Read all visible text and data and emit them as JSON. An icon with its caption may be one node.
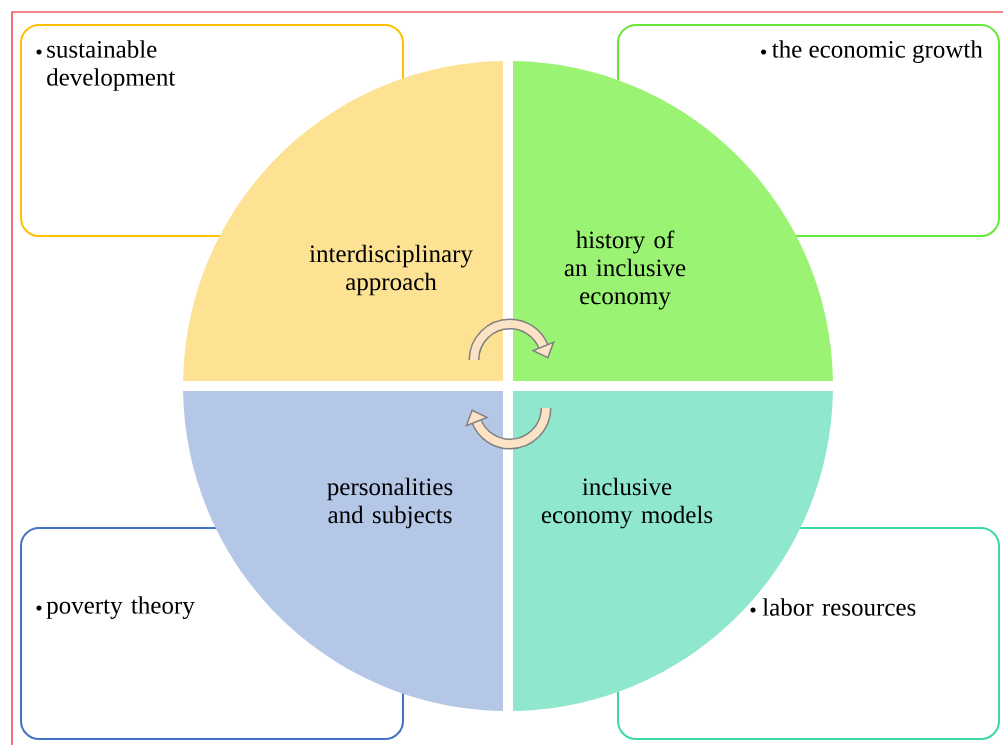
{
  "diagram": {
    "nodes": [
      {
        "text": [
          "sustainable development"
        ]
      },
      {
        "text": [
          "the economic growth"
        ]
      },
      {
        "text": [
          "interdisciplinary approach"
        ]
      },
      {
        "text": [
          "history of an inclusive economy"
        ]
      },
      {
        "text": [
          "personalities and subjects"
        ]
      },
      {
        "text": [
          "inclusive economy models"
        ]
      },
      {
        "text": [
          "poverty theory"
        ]
      },
      {
        "text": [
          "labor resources"
        ]
      }
    ],
    "edges": [
      {
        "from": 2,
        "to": 3,
        "arrow": "to"
      },
      {
        "from": 5,
        "to": 4,
        "arrow": "to"
      }
    ]
  }
}
